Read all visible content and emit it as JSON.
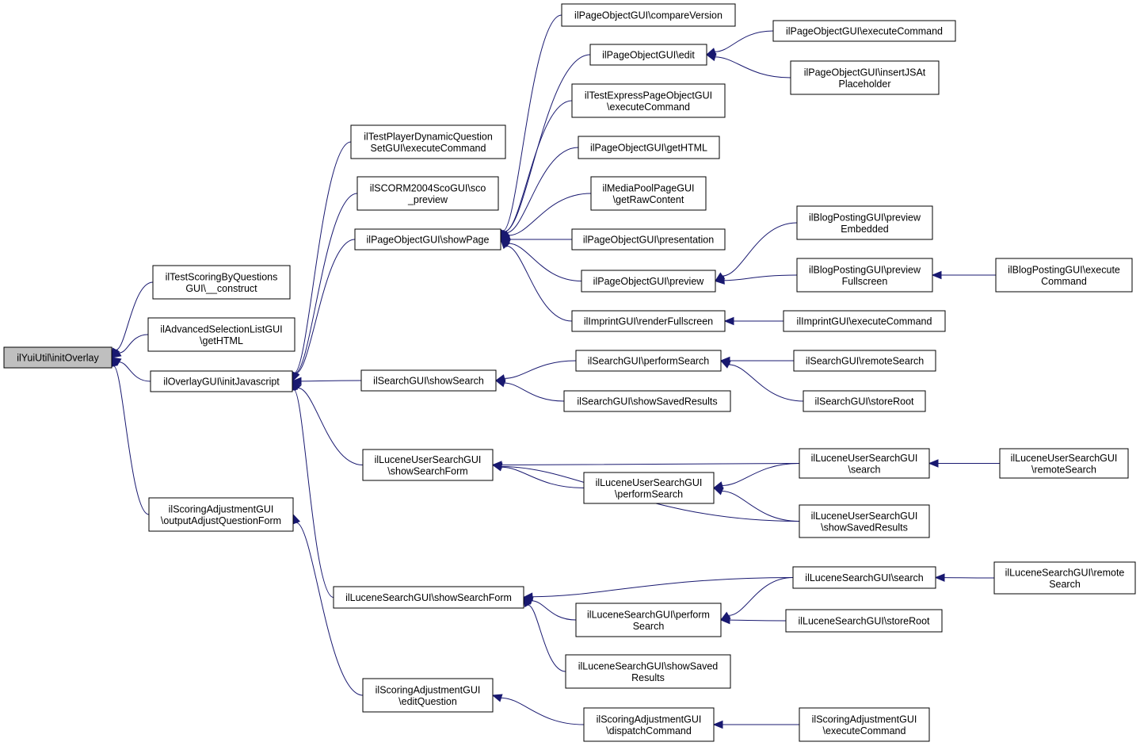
{
  "nodes": [
    {
      "id": "n_root",
      "lines": [
        "ilYuiUtil\\initOverlay"
      ],
      "root": true
    },
    {
      "id": "n_tsbq",
      "lines": [
        "ilTestScoringByQuestions",
        "GUI\\__construct"
      ]
    },
    {
      "id": "n_asl",
      "lines": [
        "ilAdvancedSelectionListGUI",
        "\\getHTML"
      ]
    },
    {
      "id": "n_overlay",
      "lines": [
        "ilOverlayGUI\\initJavascript"
      ]
    },
    {
      "id": "n_saq",
      "lines": [
        "ilScoringAdjustmentGUI",
        "\\outputAdjustQuestionForm"
      ]
    },
    {
      "id": "n_tpdq",
      "lines": [
        "ilTestPlayerDynamicQuestion",
        "SetGUI\\executeCommand"
      ]
    },
    {
      "id": "n_scorm",
      "lines": [
        "ilSCORM2004ScoGUI\\sco",
        "_preview"
      ]
    },
    {
      "id": "n_showpage",
      "lines": [
        "ilPageObjectGUI\\showPage"
      ]
    },
    {
      "id": "n_showsearch",
      "lines": [
        "ilSearchGUI\\showSearch"
      ]
    },
    {
      "id": "n_lussf",
      "lines": [
        "ilLuceneUserSearchGUI",
        "\\showSearchForm"
      ]
    },
    {
      "id": "n_lssf",
      "lines": [
        "ilLuceneSearchGUI\\showSearchForm"
      ]
    },
    {
      "id": "n_saeq",
      "lines": [
        "ilScoringAdjustmentGUI",
        "\\editQuestion"
      ]
    },
    {
      "id": "n_cmpv",
      "lines": [
        "ilPageObjectGUI\\compareVersion"
      ]
    },
    {
      "id": "n_edit",
      "lines": [
        "ilPageObjectGUI\\edit"
      ]
    },
    {
      "id": "n_tepo",
      "lines": [
        "ilTestExpressPageObjectGUI",
        "\\executeCommand"
      ]
    },
    {
      "id": "n_gethtml",
      "lines": [
        "ilPageObjectGUI\\getHTML"
      ]
    },
    {
      "id": "n_mpool",
      "lines": [
        "ilMediaPoolPageGUI",
        "\\getRawContent"
      ]
    },
    {
      "id": "n_pres",
      "lines": [
        "ilPageObjectGUI\\presentation"
      ]
    },
    {
      "id": "n_preview",
      "lines": [
        "ilPageObjectGUI\\preview"
      ]
    },
    {
      "id": "n_imprint",
      "lines": [
        "ilImprintGUI\\renderFullscreen"
      ]
    },
    {
      "id": "n_perf",
      "lines": [
        "ilSearchGUI\\performSearch"
      ]
    },
    {
      "id": "n_ssr",
      "lines": [
        "ilSearchGUI\\showSavedResults"
      ]
    },
    {
      "id": "n_luperf",
      "lines": [
        "ilLuceneUserSearchGUI",
        "\\performSearch"
      ]
    },
    {
      "id": "n_lsperf",
      "lines": [
        "ilLuceneSearchGUI\\perform",
        "Search"
      ]
    },
    {
      "id": "n_lsssr",
      "lines": [
        "ilLuceneSearchGUI\\showSaved",
        "Results"
      ]
    },
    {
      "id": "n_sadc",
      "lines": [
        "ilScoringAdjustmentGUI",
        "\\dispatchCommand"
      ]
    },
    {
      "id": "n_pexec",
      "lines": [
        "ilPageObjectGUI\\executeCommand"
      ]
    },
    {
      "id": "n_pins",
      "lines": [
        "ilPageObjectGUI\\insertJSAt",
        "Placeholder"
      ]
    },
    {
      "id": "n_bpe",
      "lines": [
        "ilBlogPostingGUI\\preview",
        "Embedded"
      ]
    },
    {
      "id": "n_bpf",
      "lines": [
        "ilBlogPostingGUI\\preview",
        "Fullscreen"
      ]
    },
    {
      "id": "n_imexec",
      "lines": [
        "ilImprintGUI\\executeCommand"
      ]
    },
    {
      "id": "n_rsearch",
      "lines": [
        "ilSearchGUI\\remoteSearch"
      ]
    },
    {
      "id": "n_sroot",
      "lines": [
        "ilSearchGUI\\storeRoot"
      ]
    },
    {
      "id": "n_lussearch",
      "lines": [
        "ilLuceneUserSearchGUI",
        "\\search"
      ]
    },
    {
      "id": "n_lusssr",
      "lines": [
        "ilLuceneUserSearchGUI",
        "\\showSavedResults"
      ]
    },
    {
      "id": "n_lssearch",
      "lines": [
        "ilLuceneSearchGUI\\search"
      ]
    },
    {
      "id": "n_lsroot",
      "lines": [
        "ilLuceneSearchGUI\\storeRoot"
      ]
    },
    {
      "id": "n_saexec",
      "lines": [
        "ilScoringAdjustmentGUI",
        "\\executeCommand"
      ]
    },
    {
      "id": "n_bpexec",
      "lines": [
        "ilBlogPostingGUI\\execute",
        "Command"
      ]
    },
    {
      "id": "n_lusremote",
      "lines": [
        "ilLuceneUserSearchGUI",
        "\\remoteSearch"
      ]
    },
    {
      "id": "n_lsremote",
      "lines": [
        "ilLuceneSearchGUI\\remote",
        "Search"
      ]
    }
  ],
  "edges": [
    [
      "n_tsbq",
      "n_root"
    ],
    [
      "n_asl",
      "n_root"
    ],
    [
      "n_overlay",
      "n_root"
    ],
    [
      "n_saq",
      "n_root"
    ],
    [
      "n_tpdq",
      "n_overlay"
    ],
    [
      "n_scorm",
      "n_overlay"
    ],
    [
      "n_showpage",
      "n_overlay"
    ],
    [
      "n_showsearch",
      "n_overlay"
    ],
    [
      "n_lussf",
      "n_overlay"
    ],
    [
      "n_lssf",
      "n_overlay"
    ],
    [
      "n_saeq",
      "n_saq"
    ],
    [
      "n_cmpv",
      "n_showpage"
    ],
    [
      "n_edit",
      "n_showpage"
    ],
    [
      "n_tepo",
      "n_showpage"
    ],
    [
      "n_gethtml",
      "n_showpage"
    ],
    [
      "n_mpool",
      "n_showpage"
    ],
    [
      "n_pres",
      "n_showpage"
    ],
    [
      "n_preview",
      "n_showpage"
    ],
    [
      "n_imprint",
      "n_showpage"
    ],
    [
      "n_pexec",
      "n_edit"
    ],
    [
      "n_pins",
      "n_edit"
    ],
    [
      "n_bpe",
      "n_preview"
    ],
    [
      "n_bpf",
      "n_preview"
    ],
    [
      "n_bpexec",
      "n_bpf"
    ],
    [
      "n_imexec",
      "n_imprint"
    ],
    [
      "n_perf",
      "n_showsearch"
    ],
    [
      "n_ssr",
      "n_showsearch"
    ],
    [
      "n_rsearch",
      "n_perf"
    ],
    [
      "n_sroot",
      "n_perf"
    ],
    [
      "n_lussearch",
      "n_lussf"
    ],
    [
      "n_luperf",
      "n_lussf"
    ],
    [
      "n_lusssr",
      "n_lussf"
    ],
    [
      "n_lussearch",
      "n_luperf"
    ],
    [
      "n_lusssr",
      "n_luperf"
    ],
    [
      "n_lusremote",
      "n_lussearch"
    ],
    [
      "n_lssearch",
      "n_lssf"
    ],
    [
      "n_lsperf",
      "n_lssf"
    ],
    [
      "n_lsssr",
      "n_lssf"
    ],
    [
      "n_lssearch",
      "n_lsperf"
    ],
    [
      "n_lsroot",
      "n_lsperf"
    ],
    [
      "n_lsremote",
      "n_lssearch"
    ],
    [
      "n_sadc",
      "n_saeq"
    ],
    [
      "n_saexec",
      "n_sadc"
    ]
  ],
  "colors": {
    "edge": "#191970",
    "root_fill": "#bfbfbf",
    "node_fill": "#ffffff",
    "node_stroke": "#000000"
  }
}
